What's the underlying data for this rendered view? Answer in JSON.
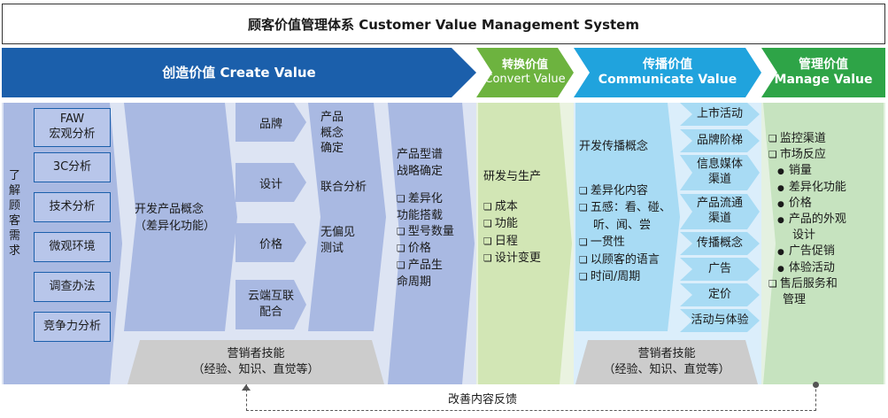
{
  "title": "顾客价值管理体系 Customer Value Management System",
  "phases": {
    "create": {
      "cn": "创造价值",
      "en": "Create Value"
    },
    "convert": {
      "cn": "转换价值",
      "en": "Convert Value"
    },
    "communicate": {
      "cn": "传播价值",
      "en": "Communicate Value"
    },
    "manage": {
      "cn": "管理价值",
      "en": "Manage Value"
    }
  },
  "understand_needs": "了解顾客需求",
  "analysis_items": [
    "FAW宏观分析",
    "3C分析",
    "技术分析",
    "微观环境",
    "调查办法",
    "竞争力分析"
  ],
  "faw_line1": "FAW",
  "faw_line2": "宏观分析",
  "develop_concept": {
    "line1": "开发产品概念",
    "line2": "（差异化功能）"
  },
  "concept_items": [
    "品牌",
    "设计",
    "价格"
  ],
  "cloud_line1": "云端互联",
  "cloud_line2": "配合",
  "concept_confirm": {
    "line1": "产品",
    "line2": "概念",
    "line3": "确定"
  },
  "joint_analysis": "联合分析",
  "unbiased_test": {
    "line1": "无偏见",
    "line2": "测试"
  },
  "lineup": {
    "title1": "产品型谱",
    "title2": "战略确定",
    "items": [
      "差异化功能搭载",
      "型号数量",
      "价格",
      "产品生命周期"
    ],
    "diff1": "差异化",
    "diff2": "功能搭载",
    "life1": "产品生",
    "life2": "命周期"
  },
  "marketer_skill": {
    "line1": "营销者技能",
    "line2": "（经验、知识、直觉等）"
  },
  "convert": {
    "title": "研发与生产",
    "items": [
      "成本",
      "功能",
      "日程",
      "设计变更"
    ]
  },
  "communicate": {
    "title": "开发传播概念",
    "items": [
      "差异化内容",
      "五感：看、碰、听、闻、尝",
      "一贯性",
      "以顾客的语言",
      "时间/周期"
    ],
    "five_1": "五感：看、碰、",
    "five_2": "听、闻、尝",
    "side_items": [
      "上市活动",
      "品牌阶梯",
      "信息媒体渠道",
      "产品流通渠道",
      "传播概念",
      "广告",
      "定价",
      "活动与体验"
    ],
    "media1": "信息媒体",
    "media2": "渠道",
    "flow1": "产品流通",
    "flow2": "渠道"
  },
  "manage": {
    "items": [
      "监控渠道",
      "市场反应",
      "售后服务和管理"
    ],
    "sub_items": [
      "销量",
      "差异化功能",
      "价格",
      "产品的外观设计",
      "广告促销",
      "体验活动"
    ],
    "look1": "产品的外观",
    "look2": "设计",
    "after1": "售后服务和",
    "after2": "管理"
  },
  "feedback": "改善内容反馈",
  "colors": {
    "create": "#1b5fab",
    "convert": "#6db33f",
    "communicate": "#20a3dd",
    "manage": "#2ea447"
  }
}
